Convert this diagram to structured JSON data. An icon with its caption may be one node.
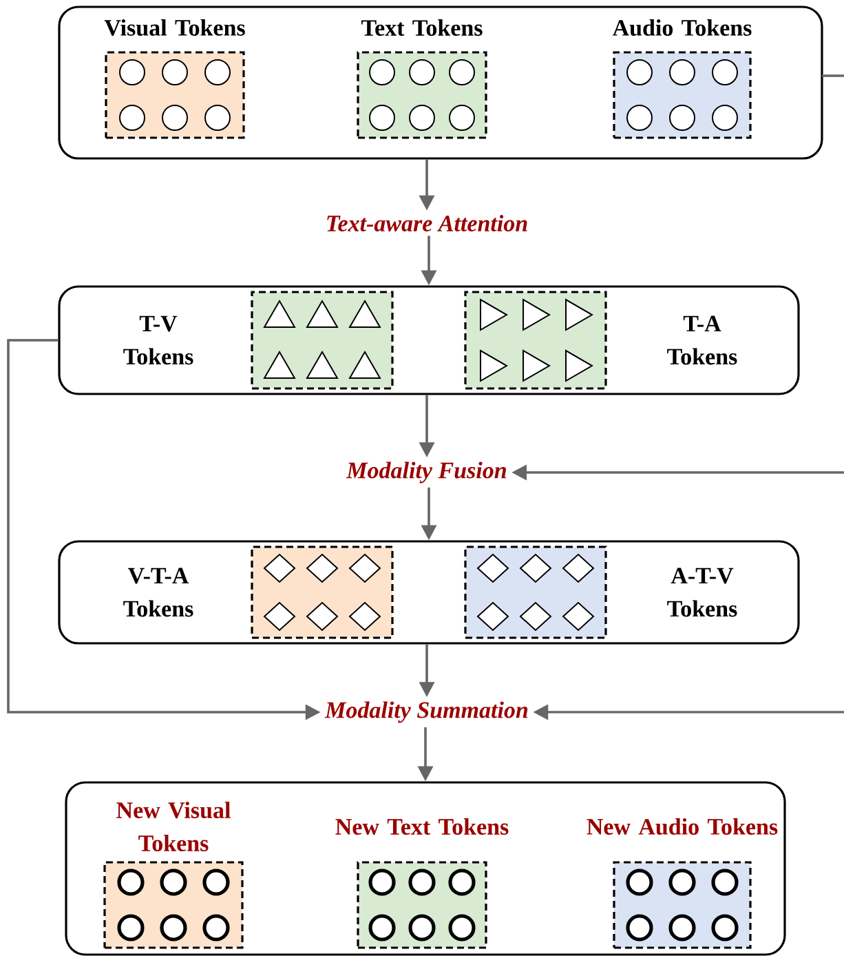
{
  "diagram": {
    "nodes": [
      {
        "text": [],
        "shape": "box"
      },
      {
        "text": [
          "Visual Tokens"
        ],
        "in": 0
      },
      {
        "text": [
          "Text Tokens"
        ],
        "in": 0
      },
      {
        "text": [
          "Audio Tokens"
        ],
        "in": 0
      },
      {
        "text": [
          "Text-aware Attention"
        ]
      },
      {
        "text": [],
        "shape": "box"
      },
      {
        "text": [
          "T-V Tokens"
        ],
        "in": 5
      },
      {
        "text": [
          "T-A Tokens"
        ],
        "in": 5
      },
      {
        "text": [
          "Modality Fusion"
        ]
      },
      {
        "text": [],
        "shape": "box"
      },
      {
        "text": [
          "V-T-A Tokens"
        ],
        "in": 9
      },
      {
        "text": [
          "A-T-V Tokens"
        ],
        "in": 9
      },
      {
        "text": [
          "Modality Summation"
        ]
      },
      {
        "text": [],
        "shape": "box"
      },
      {
        "text": [
          "New Visual Tokens"
        ],
        "in": 13
      },
      {
        "text": [
          "New Text Tokens"
        ],
        "in": 13
      },
      {
        "text": [
          "New Audio Tokens"
        ],
        "in": 13
      }
    ],
    "edges": [
      {
        "from": 0,
        "to": 4,
        "arrow": "to"
      },
      {
        "from": 4,
        "to": 5,
        "arrow": "to"
      },
      {
        "from": 5,
        "to": 8,
        "arrow": "to"
      },
      {
        "from": 8,
        "to": 9,
        "arrow": "to"
      },
      {
        "from": 9,
        "to": 12,
        "arrow": "to"
      },
      {
        "from": 12,
        "to": 13,
        "arrow": "to"
      },
      {
        "from": 5,
        "to": 12,
        "arrow": "to"
      },
      {
        "from": 0,
        "to": null,
        "arrow": "none"
      },
      {
        "from": null,
        "to": 8,
        "arrow": "to"
      },
      {
        "from": null,
        "to": 12,
        "arrow": "to"
      }
    ]
  }
}
